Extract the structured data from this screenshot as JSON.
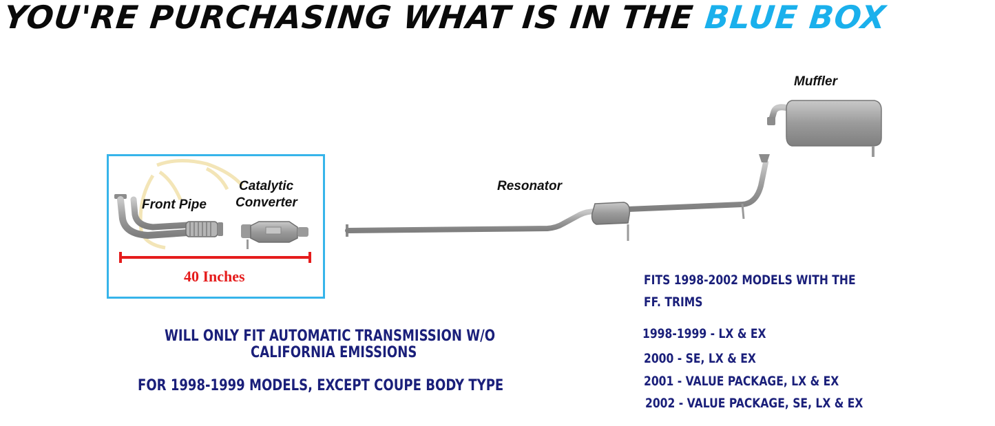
{
  "headline": {
    "text": "YOU'RE PURCHASING WHAT IS IN THE ",
    "accent": "BLUE BOX"
  },
  "colors": {
    "accent_blue": "#1ab0ec",
    "box_border": "#36b4ea",
    "measure_red": "#e51c1c",
    "note_navy": "#1a1f7a",
    "pipe_gray": "#9a9a9a"
  },
  "parts": {
    "front_pipe": "Front Pipe",
    "catalytic_line1": "Catalytic",
    "catalytic_line2": "Converter",
    "resonator": "Resonator",
    "muffler": "Muffler"
  },
  "measurement": {
    "label": "40 Inches"
  },
  "notes": {
    "transmission_line1": "WILL ONLY FIT AUTOMATIC TRANSMISSION W/O",
    "transmission_line2": "CALIFORNIA EMISSIONS",
    "models": "FOR 1998-1999 MODELS, EXCEPT COUPE BODY TYPE"
  },
  "fitment": {
    "intro_line1": "FITS 1998-2002 MODELS WITH THE",
    "intro_line2": "FF. TRIMS",
    "trims": [
      "1998-1999 - LX & EX",
      "2000 - SE, LX & EX",
      "2001 - VALUE PACKAGE, LX & EX",
      "2002 - VALUE PACKAGE, SE, LX & EX"
    ]
  }
}
